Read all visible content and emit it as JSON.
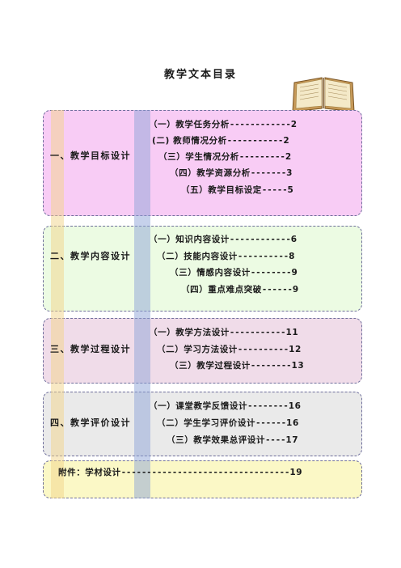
{
  "title": "教学文本目录",
  "sections": [
    {
      "label": "一、教学目标设计",
      "items": [
        {
          "text": "（一）教学任务分析",
          "dashes": "------------",
          "page": "2"
        },
        {
          "text": "(二) 教师情况分析",
          "dashes": "-----------",
          "page": "2"
        },
        {
          "text": "（三）学生情况分析",
          "dashes": "---------",
          "page": "2"
        },
        {
          "text": "（四）教学资源分析",
          "dashes": "-------",
          "page": "3"
        },
        {
          "text": "（五）教学目标设定",
          "dashes": "-----",
          "page": "5"
        }
      ]
    },
    {
      "label": "二、教学内容设计",
      "items": [
        {
          "text": "（一）知识内容设计",
          "dashes": "------------",
          "page": "6"
        },
        {
          "text": "（二）技能内容设计",
          "dashes": "----------",
          "page": "8"
        },
        {
          "text": "（三）情感内容设计",
          "dashes": "--------",
          "page": "9"
        },
        {
          "text": "（四）重点难点突破",
          "dashes": "------",
          "page": "9"
        }
      ]
    },
    {
      "label": "三、教学过程设计",
      "items": [
        {
          "text": "（一）教学方法设计",
          "dashes": "-----------",
          "page": "11"
        },
        {
          "text": "（二）学习方法设计",
          "dashes": "----------",
          "page": "12"
        },
        {
          "text": "（三）教学过程设计",
          "dashes": "--------",
          "page": "13"
        }
      ]
    },
    {
      "label": "四、教学评价设计",
      "items": [
        {
          "text": "（一）课堂教学反馈设计",
          "dashes": "--------",
          "page": "16"
        },
        {
          "text": "（二）学生学习评价设计",
          "dashes": "------",
          "page": "16"
        },
        {
          "text": "（三）教学效果总评设计",
          "dashes": "----",
          "page": "17"
        }
      ]
    }
  ],
  "appendix": {
    "text": "附件：学材设计",
    "dashes": "---------------------------------",
    "page": "19"
  },
  "icons": {
    "book": "open-book-icon"
  }
}
